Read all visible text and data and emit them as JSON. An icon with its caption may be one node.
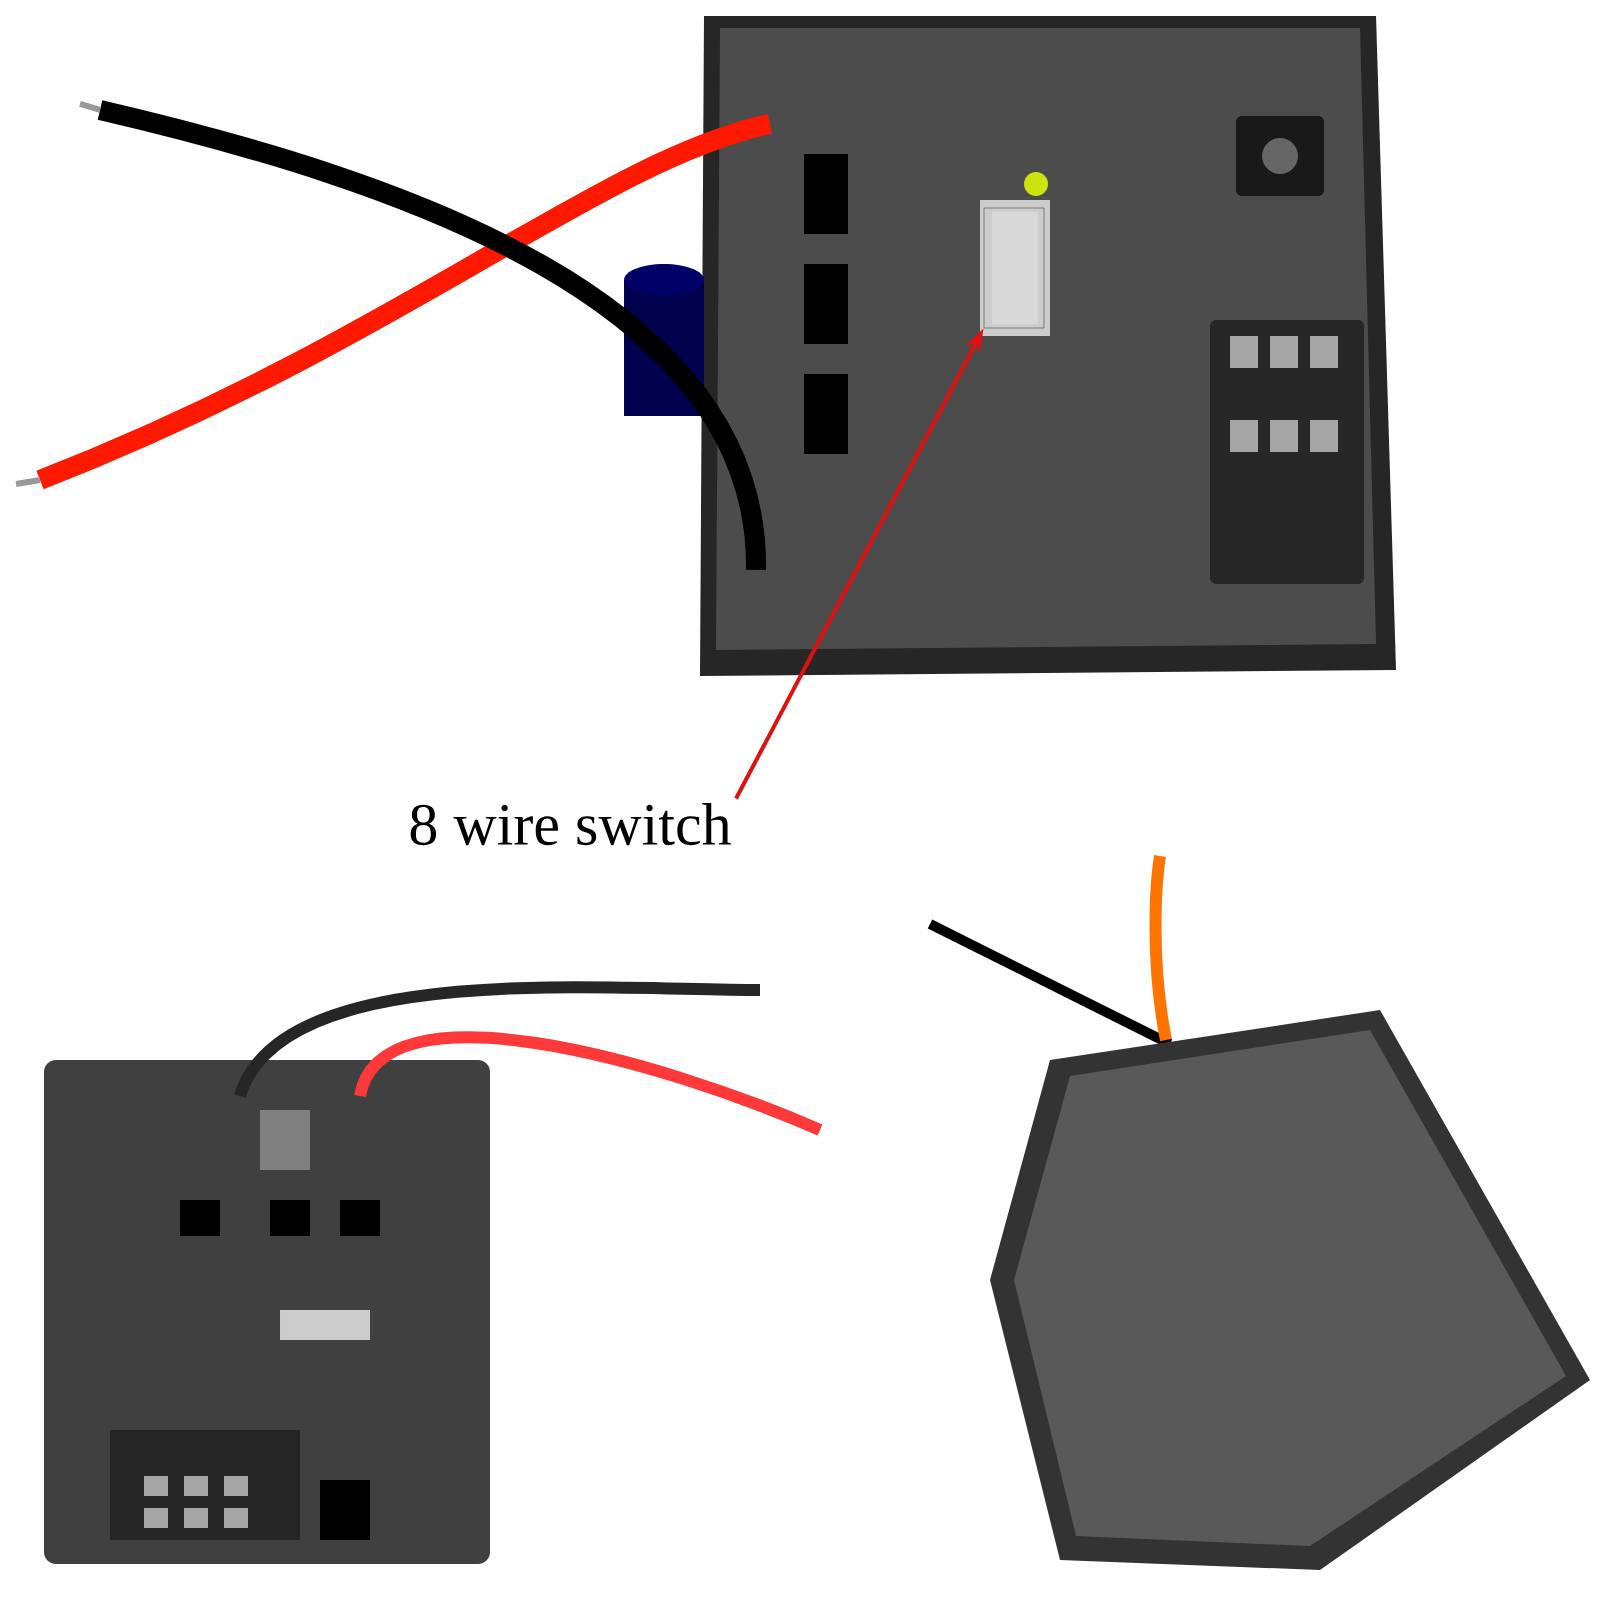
{
  "diagram": {
    "nodes": [
      {
        "text": [
          "8 wire switch"
        ]
      },
      {
        "text": [],
        "shape": "picture"
      }
    ],
    "edges": [
      {
        "from": 0,
        "to": 1,
        "arrow": "to",
        "color": "#e01010"
      }
    ]
  }
}
